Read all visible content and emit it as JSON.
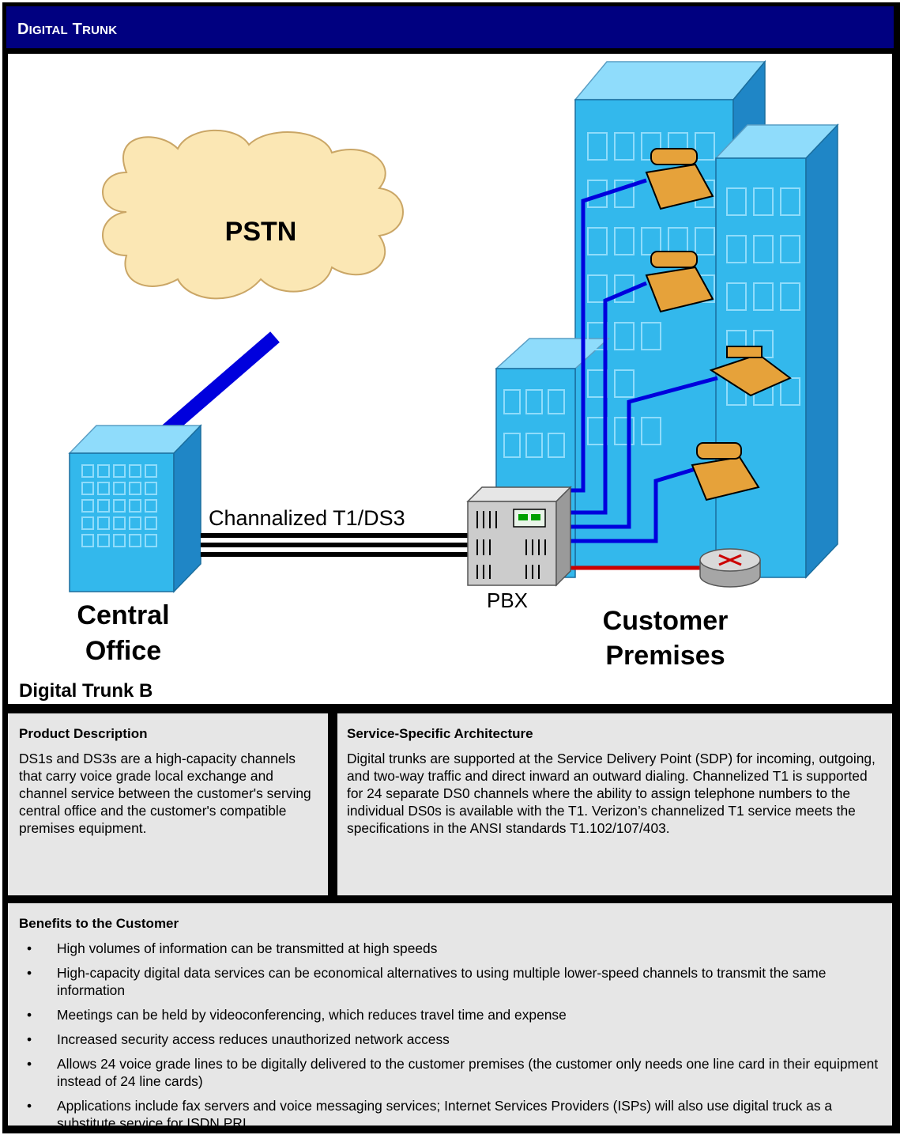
{
  "header": {
    "title_first_big": "D",
    "title_first_rest": "IGITAL",
    "title_second_big": "T",
    "title_second_rest": "RUNK"
  },
  "diagram": {
    "cloud_label": "PSTN",
    "link_label": "Channalized T1/DS3",
    "pbx_label": "PBX",
    "co_label_line1": "Central",
    "co_label_line2": "Office",
    "cp_label_line1": "Customer",
    "cp_label_line2": "Premises",
    "caption": "Digital Trunk B",
    "colors": {
      "building_front": "#33b8ec",
      "building_side": "#1f86c6",
      "building_top": "#8fdcfb",
      "cloud": "#fbe7b4",
      "line_blue": "#0000dd",
      "line_red": "#cc0000"
    }
  },
  "product_description": {
    "heading": "Product Description",
    "text": "DS1s and DS3s are a high-capacity channels that carry voice grade local exchange and channel service between the customer's serving central office and the customer's compatible premises equipment."
  },
  "architecture": {
    "heading": "Service-Specific Architecture",
    "text": "Digital trunks are supported at the Service Delivery Point (SDP) for incoming, outgoing, and two-way traffic and direct inward an outward dialing.  Channelized T1 is supported for 24 separate DS0 channels where the ability to assign telephone numbers to the individual DS0s is available with the T1.  Verizon’s channelized T1 service meets the specifications in the ANSI standards T1.102/107/403."
  },
  "benefits": {
    "heading": "Benefits to the Customer",
    "bullet": "•",
    "items": [
      "High volumes of information can be transmitted at high speeds",
      "High-capacity digital data services can be economical alternatives to using multiple lower-speed channels to transmit the same information",
      "Meetings can be held by videoconferencing, which reduces travel time and expense",
      "Increased security access reduces unauthorized network access",
      "Allows 24 voice grade lines to be digitally delivered to the customer premises (the customer only needs one line card in their equipment instead of 24 line cards)",
      "Applications include fax servers and voice messaging services; Internet Services Providers (ISPs) will also use digital truck as a substitute service for ISDN PRI"
    ]
  }
}
